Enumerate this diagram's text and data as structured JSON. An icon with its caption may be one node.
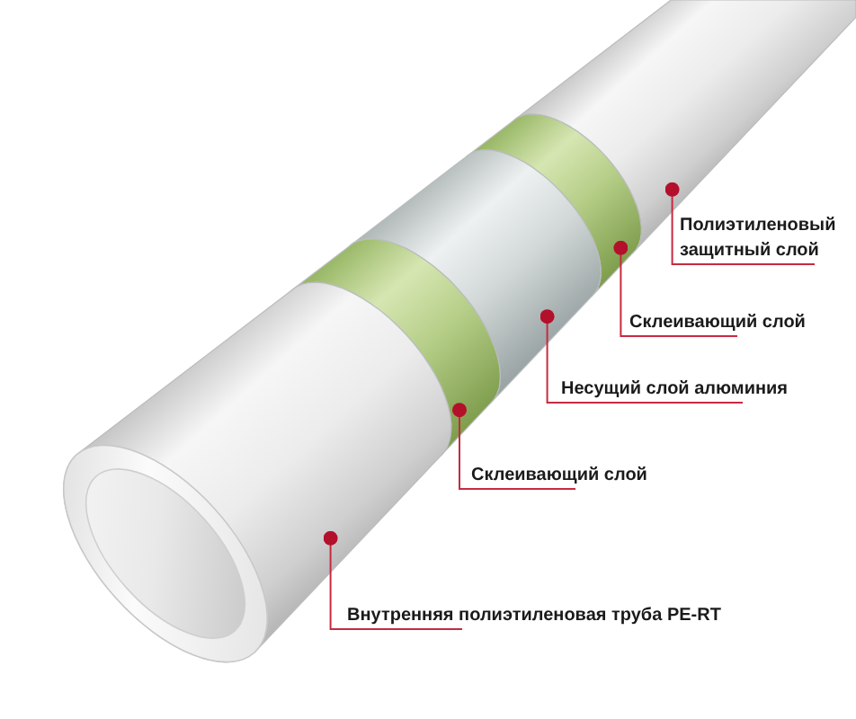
{
  "diagram": {
    "nodes": [
      {
        "text": [
          "Полиэтиленовый защитный слой"
        ]
      },
      {
        "text": [
          "Склеивающий слой"
        ]
      },
      {
        "text": [
          "Несущий слой алюминия"
        ]
      },
      {
        "text": [
          "Склеивающий слой"
        ]
      },
      {
        "text": [
          "Внутренняя полиэтиленовая труба PE-RT"
        ]
      },
      {
        "text": [],
        "shape": "cylinder"
      },
      {
        "text": [],
        "shape": "cylinder"
      },
      {
        "text": [],
        "shape": "cylinder"
      },
      {
        "text": [],
        "shape": "cylinder"
      },
      {
        "text": [],
        "shape": "cylinder"
      }
    ],
    "edges": [
      {
        "from": 0,
        "to": 5,
        "arrow": "other"
      },
      {
        "from": 1,
        "to": 6,
        "arrow": "other"
      },
      {
        "from": 2,
        "to": 7,
        "arrow": "other"
      },
      {
        "from": 3,
        "to": 8,
        "arrow": "other"
      },
      {
        "from": 4,
        "to": 9,
        "arrow": "other"
      }
    ]
  }
}
